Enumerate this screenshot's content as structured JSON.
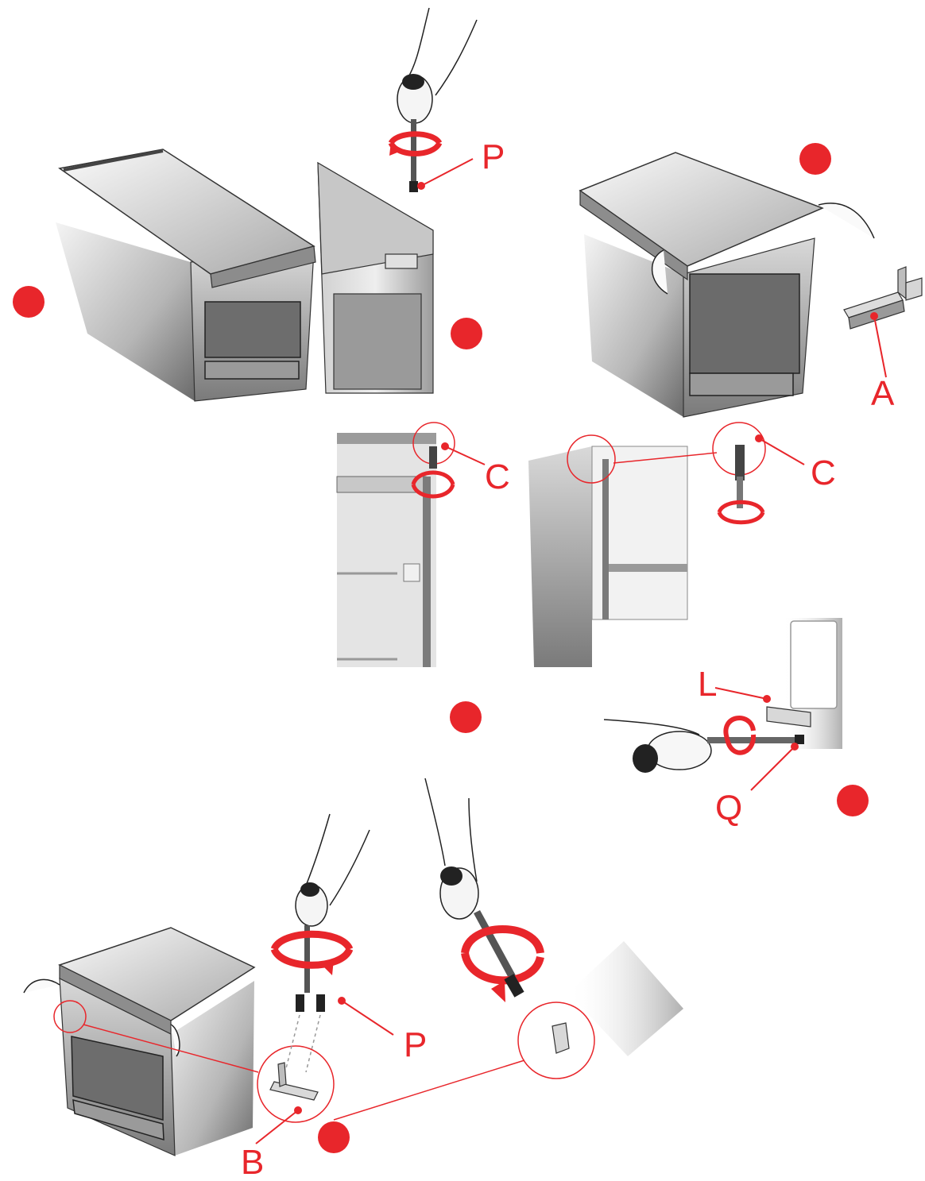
{
  "labels": {
    "p_top": "P",
    "a": "A",
    "c_left": "C",
    "c_right": "C",
    "l": "L",
    "q": "Q",
    "p_bottom": "P",
    "b": "B"
  },
  "colors": {
    "accent": "#e8262b",
    "line": "#222222",
    "steel_light": "#e9e9e9",
    "steel_mid": "#b9b9b9",
    "steel_dark": "#5e5e5e"
  },
  "icons": {
    "step_marker": "red-dot-icon",
    "rotation": "rotation-arrow-icon",
    "screwdriver": "screwdriver-icon"
  }
}
